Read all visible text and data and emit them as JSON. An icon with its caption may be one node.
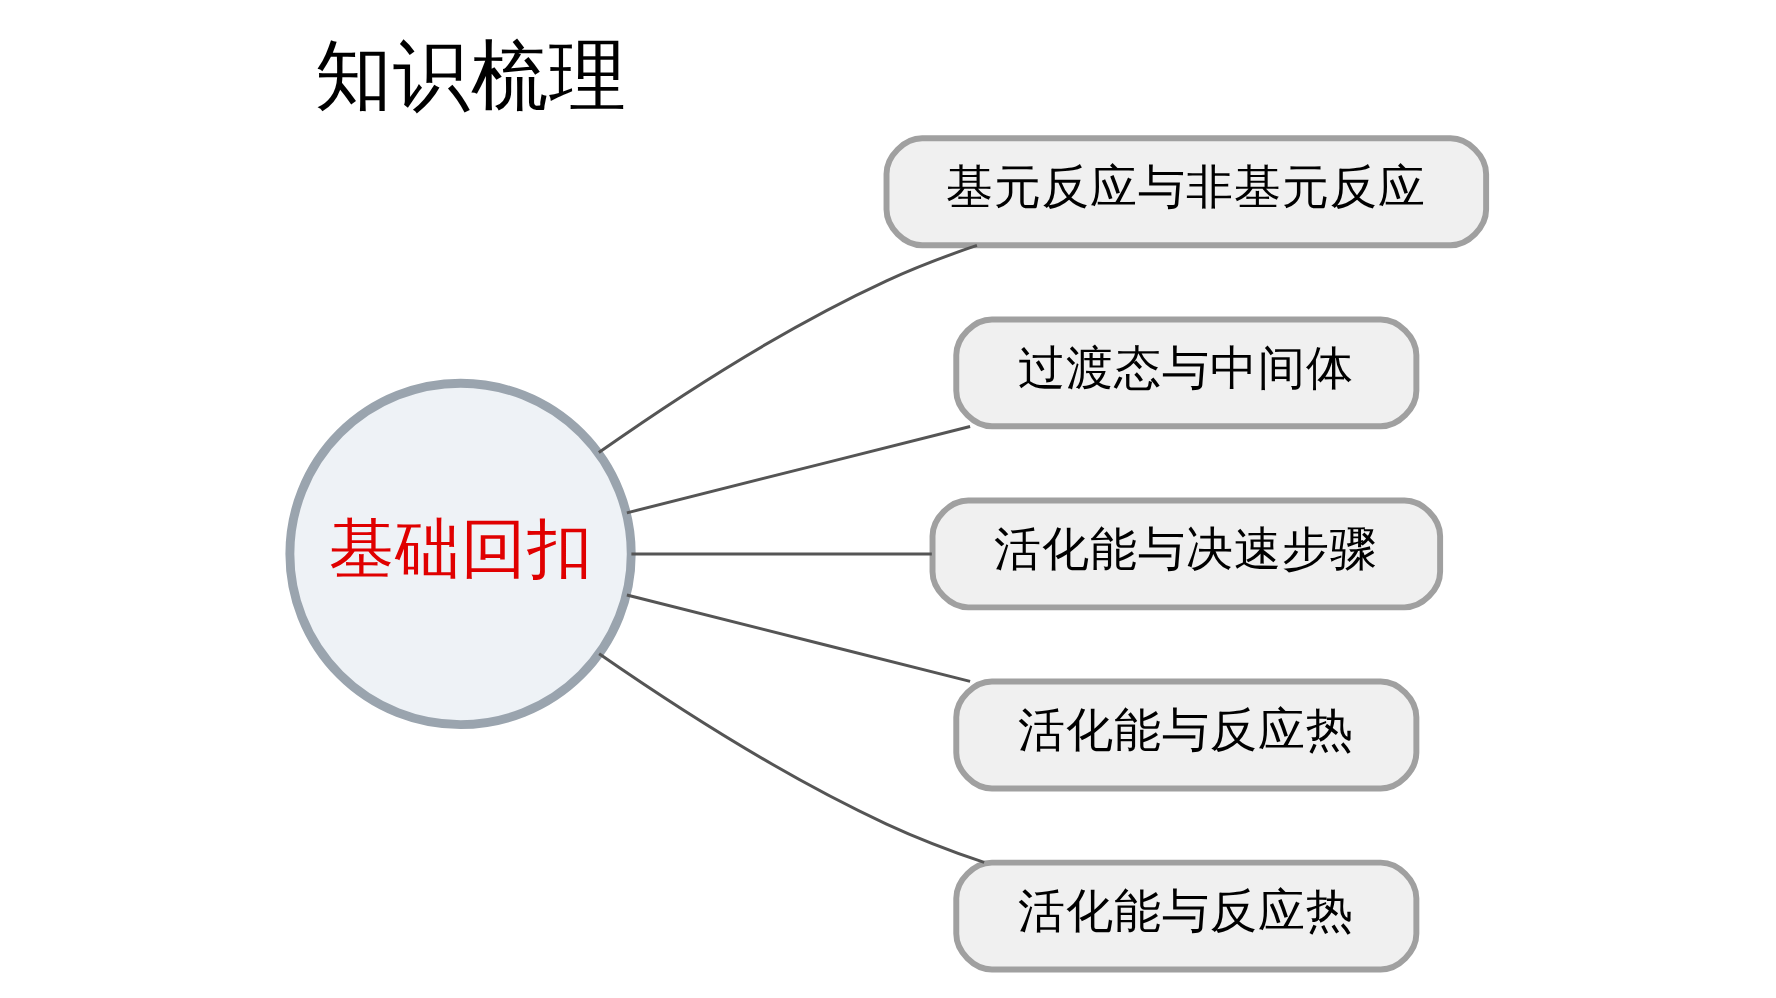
{
  "diagram": {
    "title": "知识梳理",
    "nodes": [
      {
        "text": [
          "基础回扣"
        ]
      },
      {
        "text": [
          "基元反应与非基元反应"
        ]
      },
      {
        "text": [
          "过渡态与中间体"
        ]
      },
      {
        "text": [
          "活化能与决速步骤"
        ]
      },
      {
        "text": [
          "活化能与反应热"
        ]
      },
      {
        "text": [
          "活化能与反应热"
        ]
      }
    ],
    "edges": [
      {
        "from": 0,
        "to": 1,
        "arrow": "none"
      },
      {
        "from": 0,
        "to": 2,
        "arrow": "none"
      },
      {
        "from": 0,
        "to": 3,
        "arrow": "none"
      },
      {
        "from": 0,
        "to": 4,
        "arrow": "none"
      },
      {
        "from": 0,
        "to": 5,
        "arrow": "none"
      }
    ]
  }
}
